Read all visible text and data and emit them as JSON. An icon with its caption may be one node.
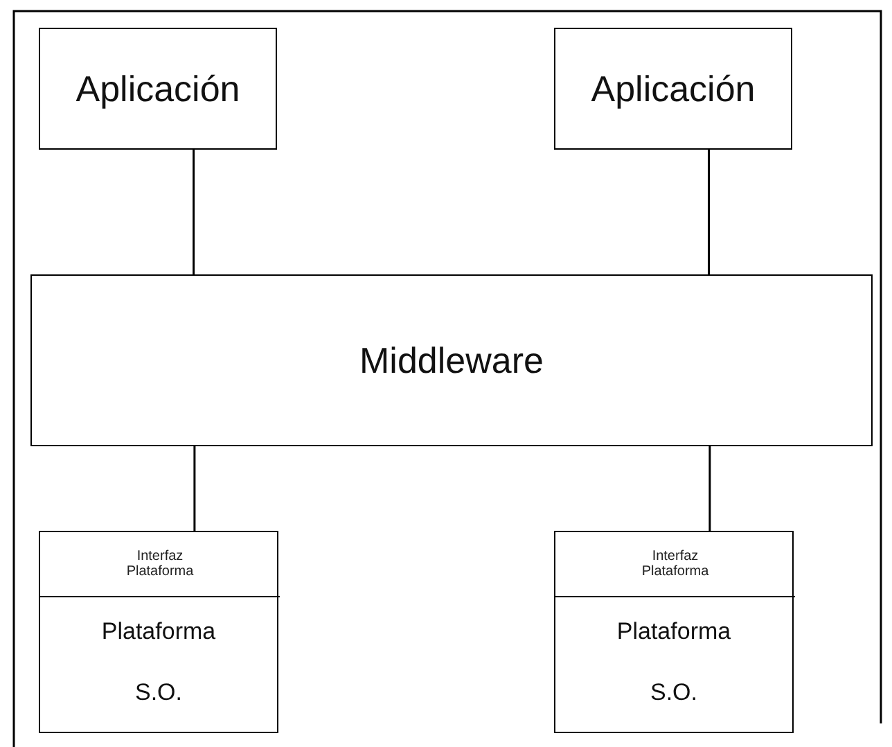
{
  "diagram": {
    "nodes": [
      {
        "text": [
          "Aplicación"
        ]
      },
      {
        "text": [
          "Aplicación"
        ]
      },
      {
        "text": [
          "Middleware"
        ]
      },
      {
        "text": [
          "Plataforma",
          "S.O."
        ]
      },
      {
        "text": [
          "Interfaz Plataforma"
        ],
        "in": 3
      },
      {
        "text": [
          "Plataforma",
          "S.O."
        ]
      },
      {
        "text": [
          "Interfaz Plataforma"
        ],
        "in": 5
      }
    ],
    "edges": [
      {
        "from": 0,
        "to": 2,
        "arrow": "none"
      },
      {
        "from": 1,
        "to": 2,
        "arrow": "none"
      },
      {
        "from": 2,
        "to": 3,
        "arrow": "none"
      },
      {
        "from": 2,
        "to": 5,
        "arrow": "none"
      }
    ]
  }
}
